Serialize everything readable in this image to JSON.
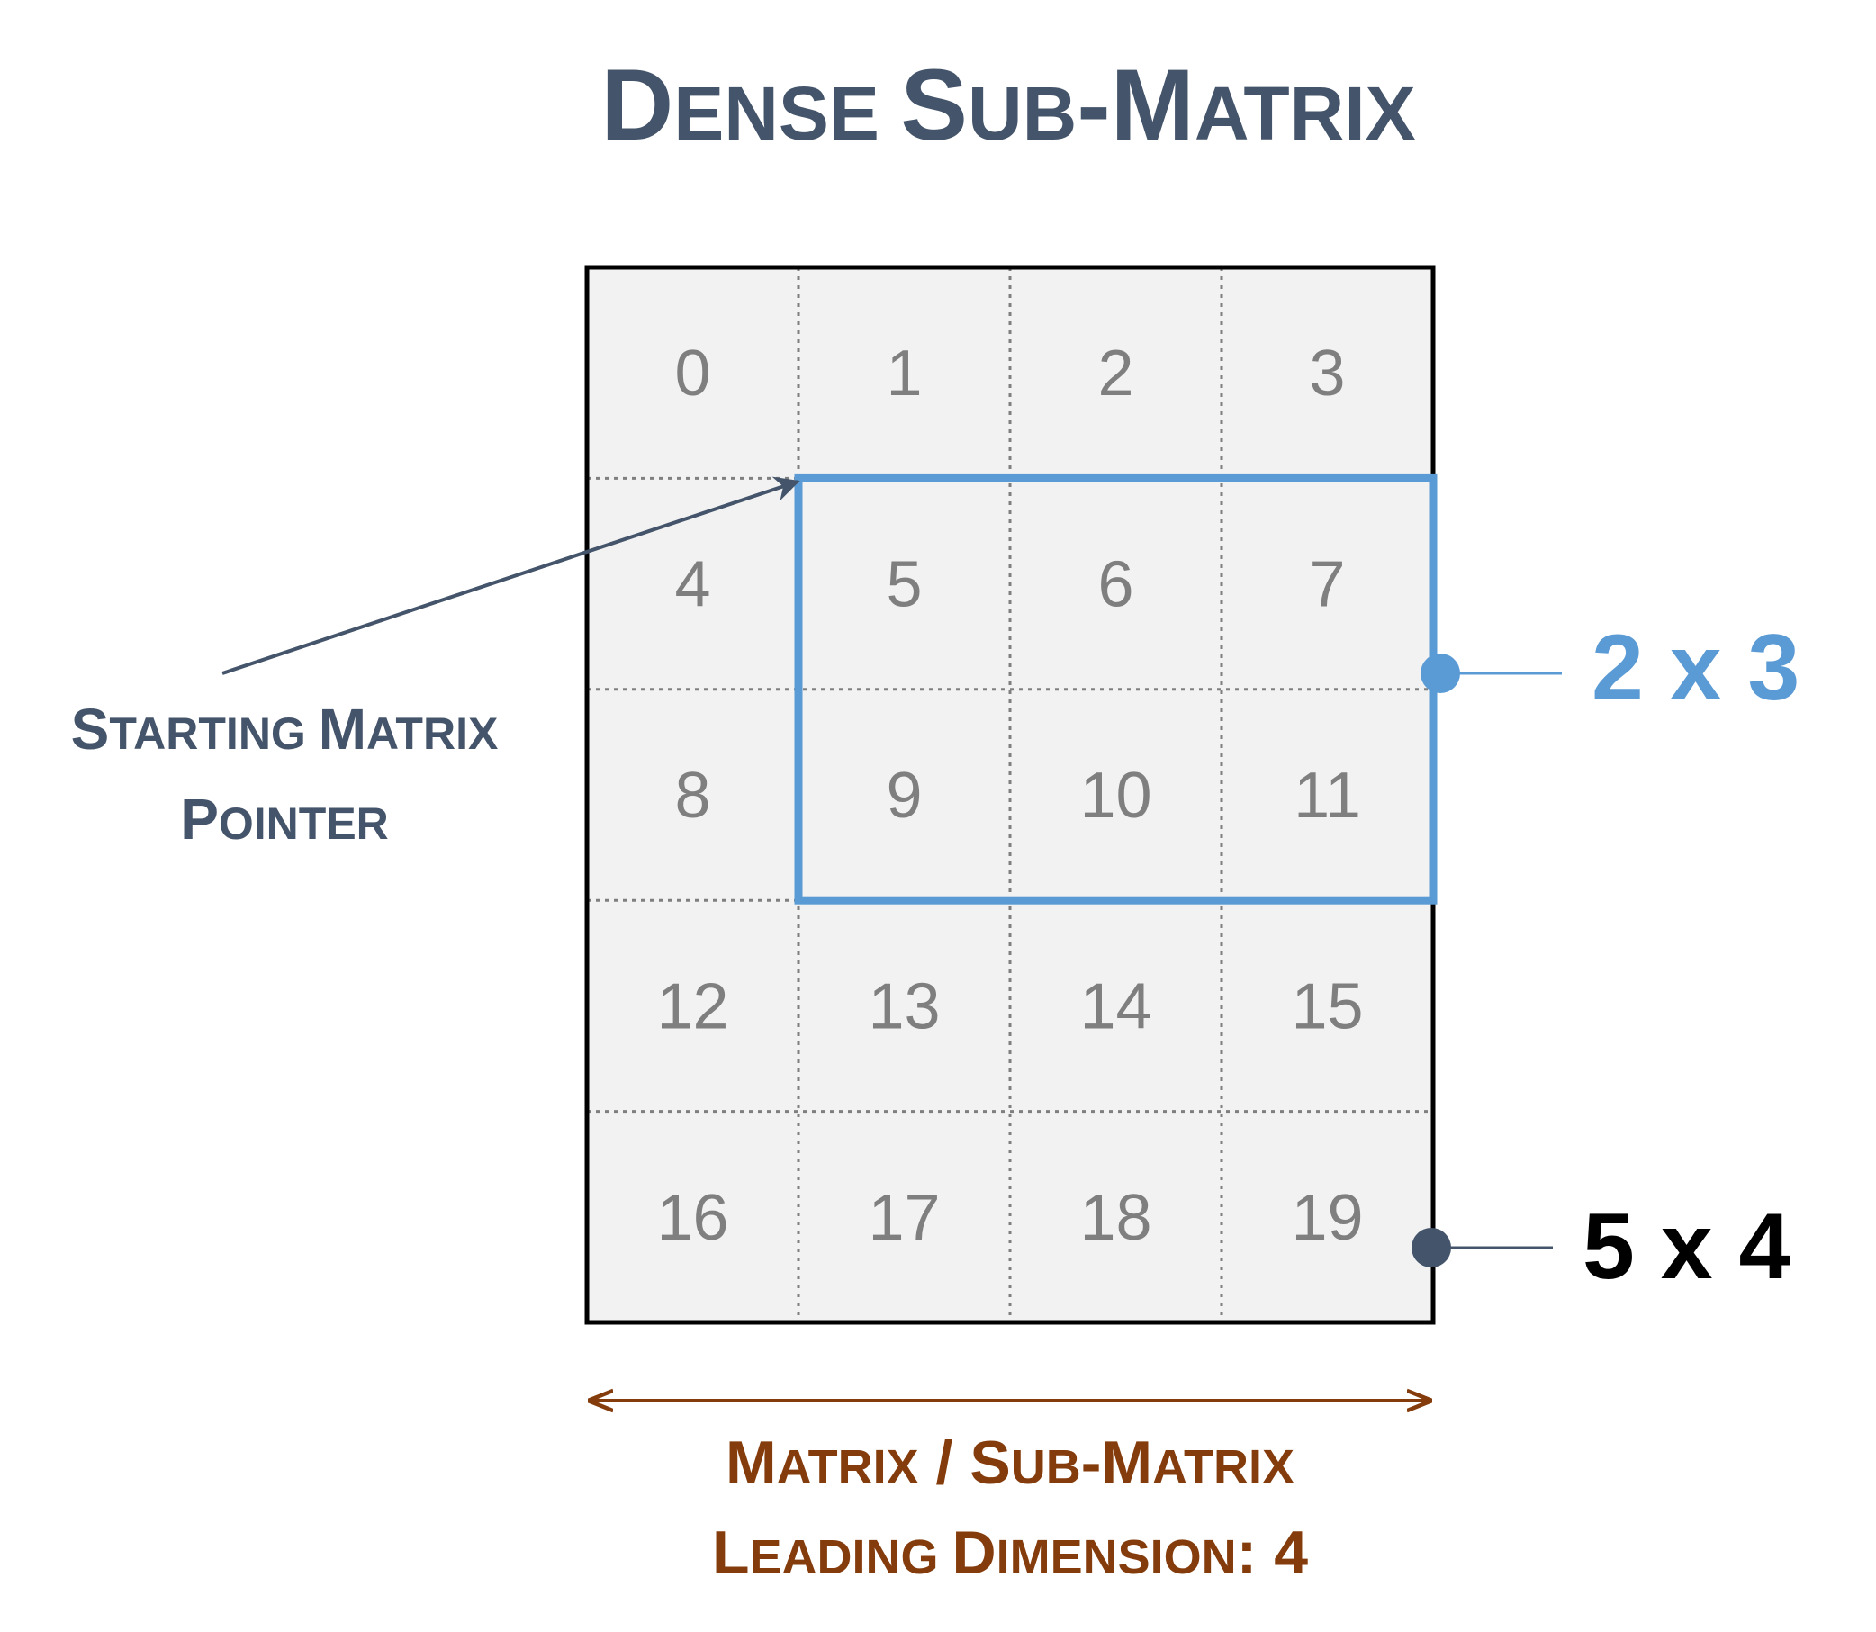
{
  "title": {
    "big": [
      "D",
      "S",
      "-M"
    ],
    "small": [
      "ENSE ",
      "UB",
      "ATRIX"
    ]
  },
  "matrix": {
    "rows": 5,
    "cols": 4,
    "cells": [
      "0",
      "1",
      "2",
      "3",
      "4",
      "5",
      "6",
      "7",
      "8",
      "9",
      "10",
      "11",
      "12",
      "13",
      "14",
      "15",
      "16",
      "17",
      "18",
      "19"
    ]
  },
  "submatrix": {
    "start_row": 1,
    "start_col": 1,
    "rows": 2,
    "cols": 3,
    "label": "2 x 3"
  },
  "matrix_label": "5 x 4",
  "pointer_label": {
    "line1": {
      "big": [
        "S",
        "M"
      ],
      "small": [
        "TARTING ",
        "ATRIX"
      ]
    },
    "line2": {
      "big": [
        "P"
      ],
      "small": [
        "OINTER"
      ]
    }
  },
  "leading_dimension_label": {
    "line1": {
      "big": [
        "M",
        " / S",
        "-M"
      ],
      "small": [
        "ATRIX",
        "UB",
        "ATRIX"
      ]
    },
    "line2": {
      "big": [
        "L",
        "D",
        ": 4"
      ],
      "small": [
        "EADING ",
        "IMENSION",
        ""
      ]
    }
  },
  "colors": {
    "title": "#44546a",
    "grid_border": "#000000",
    "cell_fill": "#f2f2f2",
    "cell_text": "#7f7f7f",
    "dotted": "#7f7f7f",
    "submatrix": "#5b9bd5",
    "pointer": "#44546a",
    "leading_dimension": "#843c0c",
    "matrix_label": "#000000"
  }
}
